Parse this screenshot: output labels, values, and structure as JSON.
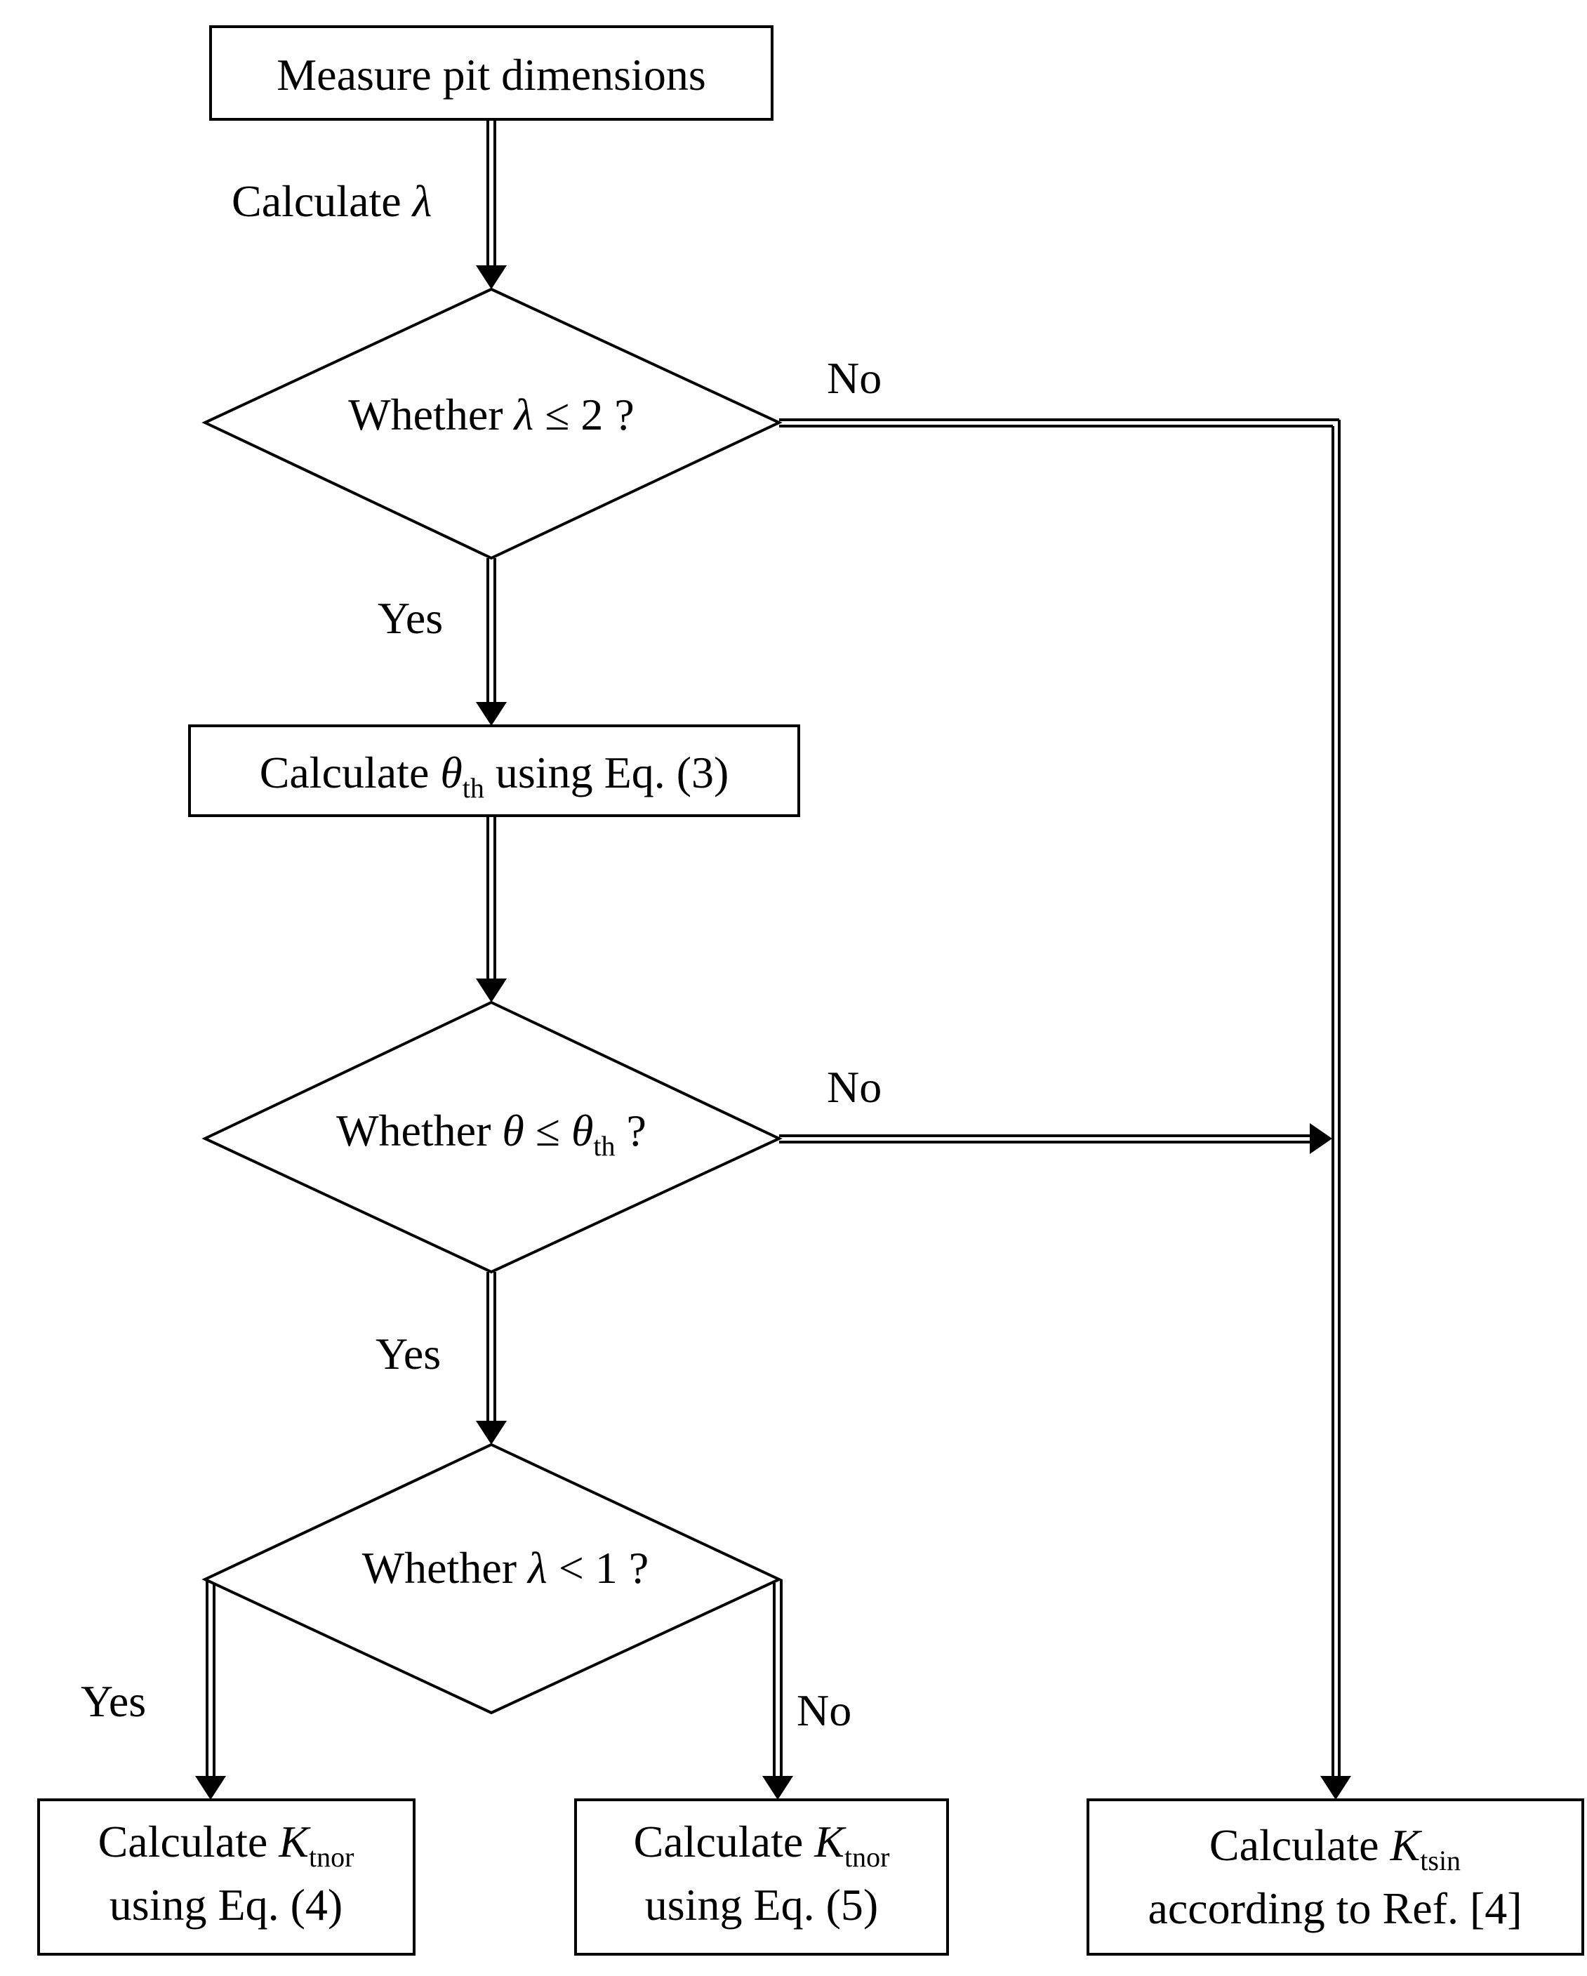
{
  "nodes": {
    "measure": {
      "text": "Measure pit dimensions"
    },
    "calc_theta": {
      "prefix": "Calculate ",
      "symbol": "θ",
      "sub": "th",
      "suffix": " using Eq. (3)"
    },
    "decision_lambda_2": {
      "prefix": "Whether ",
      "symbol": "λ",
      "suffix": " ≤ 2 ?"
    },
    "decision_theta": {
      "prefix": "Whether ",
      "symbol": "θ",
      "middle": " ≤ ",
      "symbol2": "θ",
      "sub": "th",
      "suffix": " ?"
    },
    "decision_lambda_1": {
      "prefix": "Whether ",
      "symbol": "λ",
      "suffix": " < 1 ?"
    },
    "result_eq4": {
      "line1_prefix": "Calculate ",
      "symbol": "K",
      "sub": "tnor",
      "line2": "using Eq. (4)"
    },
    "result_eq5": {
      "line1_prefix": "Calculate ",
      "symbol": "K",
      "sub": "tnor",
      "line2": "using Eq. (5)"
    },
    "result_ref4": {
      "line1_prefix": "Calculate ",
      "symbol": "K",
      "sub": "tsin",
      "line2": "according to Ref. [4]"
    }
  },
  "edge_labels": {
    "calc_lambda": {
      "prefix": "Calculate ",
      "symbol": "λ"
    },
    "no_1": "No",
    "yes_1": "Yes",
    "no_2": "No",
    "yes_2": "Yes",
    "yes_3": "Yes",
    "no_3": "No"
  }
}
